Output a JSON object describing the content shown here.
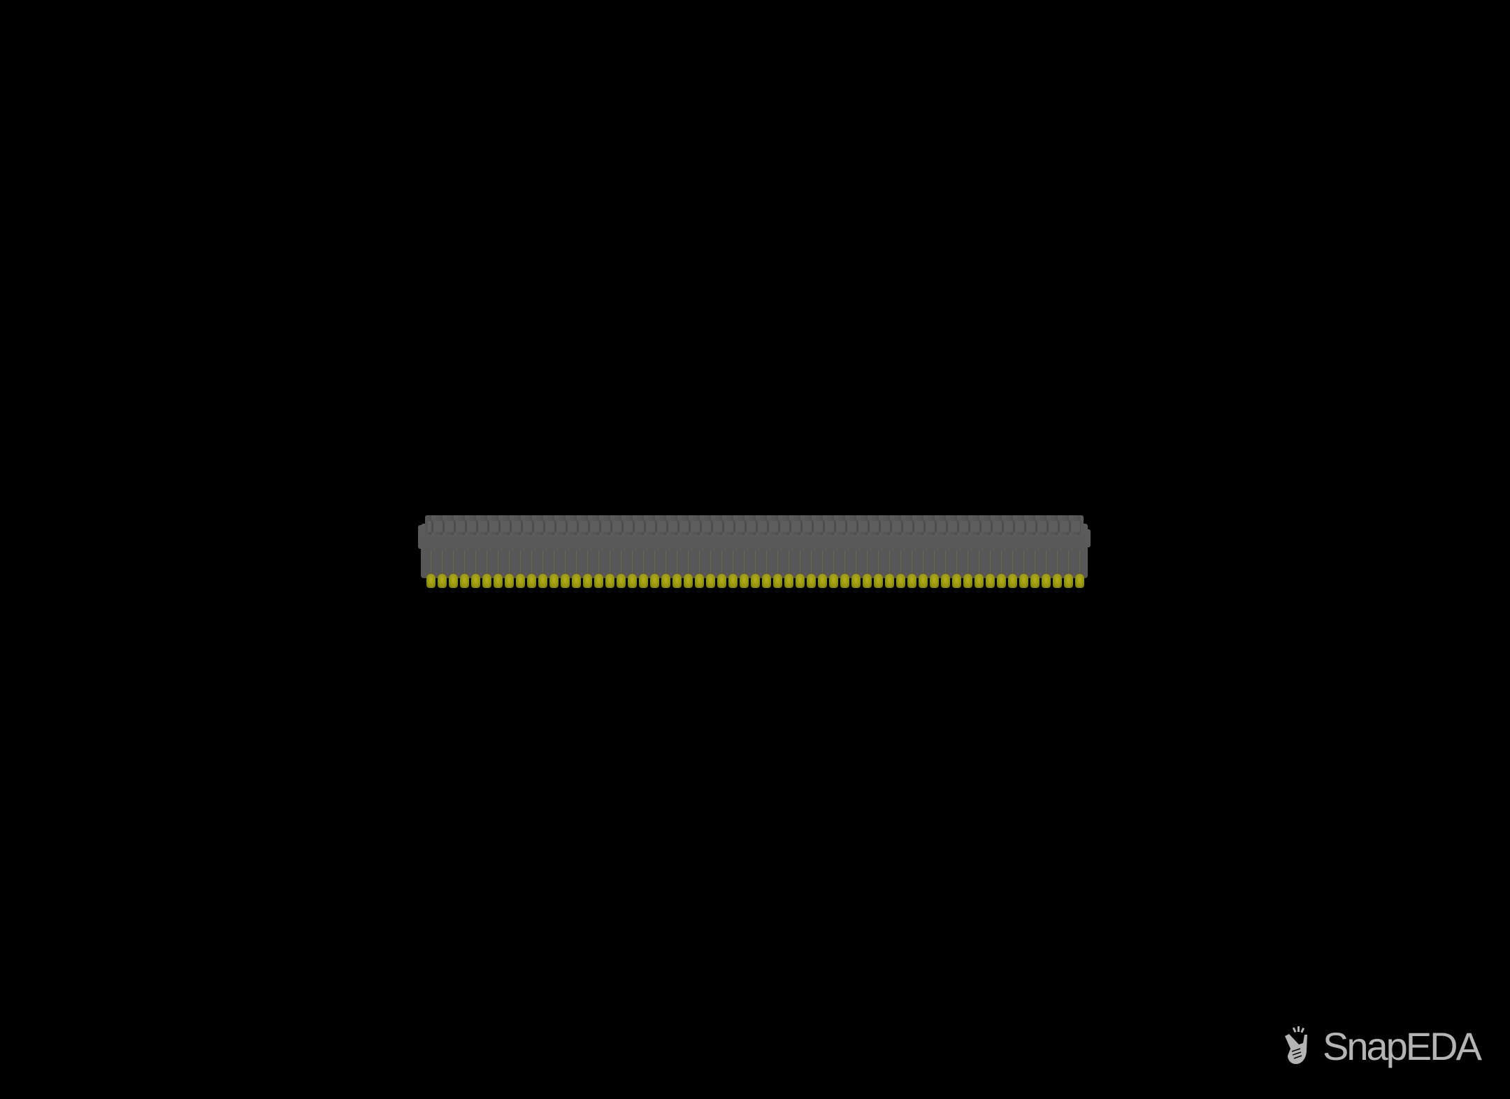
{
  "viewer": {
    "background_color": "#000000",
    "model": {
      "type": "connector-3d-render",
      "body_color": "#5a5a5a",
      "pin_color": "#9a9610",
      "pin_count_visible": 59
    }
  },
  "watermark": {
    "icon": "snapping-fingers-icon",
    "text": "SnapEDA"
  }
}
